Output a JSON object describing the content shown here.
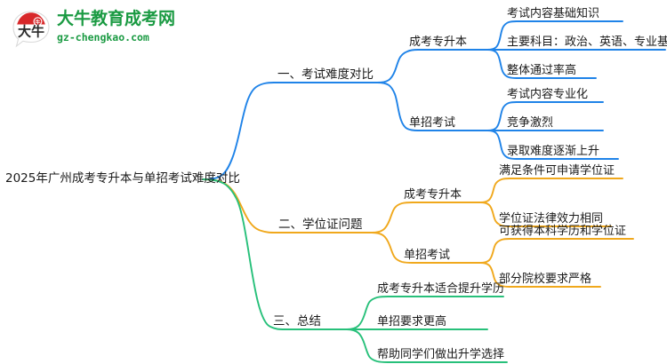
{
  "logo": {
    "mark_text": "大牛",
    "brand_cn": "大牛教育成考网",
    "brand_url": "gz-chengkao.com",
    "brand_color": "#1a9a42",
    "mark_accent_color": "#d8282a"
  },
  "mindmap": {
    "root": {
      "label": "2025年广州成考专升本与单招考试难度对比"
    },
    "branch_colors": {
      "blue": "#1f83e8",
      "orange": "#f0a81c",
      "green": "#27c07a"
    },
    "branches": [
      {
        "label": "一、考试难度对比",
        "color": "#1f83e8",
        "children": [
          {
            "label": "成考专升本",
            "leaves": [
              "考试内容基础知识",
              "主要科目：政治、英语、专业基础",
              "整体通过率高"
            ]
          },
          {
            "label": "单招考试",
            "leaves": [
              "考试内容专业化",
              "竞争激烈",
              "录取难度逐渐上升"
            ]
          }
        ]
      },
      {
        "label": "二、学位证问题",
        "color": "#f0a81c",
        "children": [
          {
            "label": "成考专升本",
            "leaves": [
              "满足条件可申请学位证",
              "学位证法律效力相同"
            ]
          },
          {
            "label": "单招考试",
            "leaves": [
              "可获得本科学历和学位证",
              "部分院校要求严格"
            ]
          }
        ]
      },
      {
        "label": "三、总结",
        "color": "#27c07a",
        "children": [
          {
            "label": "",
            "leaves": [
              "成考专升本适合提升学历",
              "单招要求更高",
              "帮助同学们做出升学选择"
            ]
          }
        ]
      }
    ]
  }
}
